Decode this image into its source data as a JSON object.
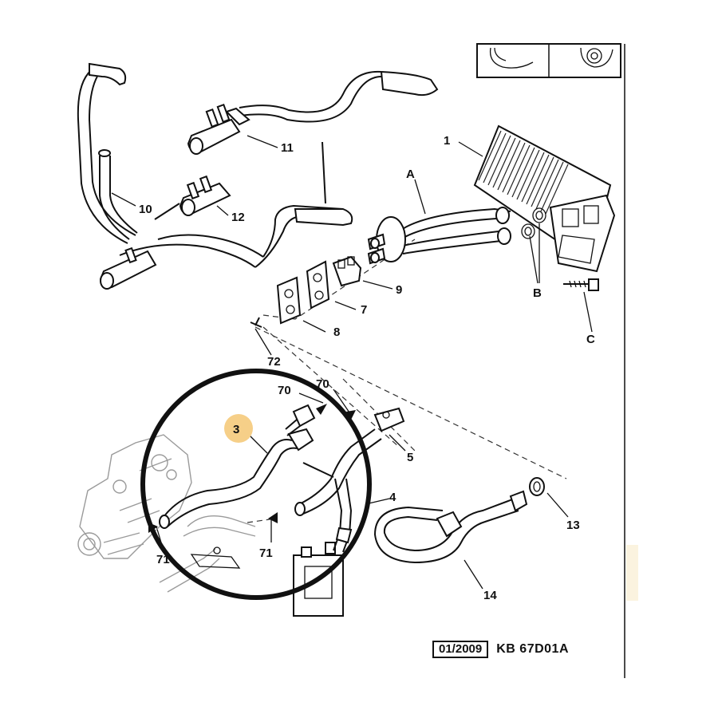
{
  "callouts": {
    "c1": "1",
    "cA": "A",
    "cB": "B",
    "cC": "C",
    "c3": "3",
    "c4": "4",
    "c5": "5",
    "c7": "7",
    "c8": "8",
    "c9": "9",
    "c10": "10",
    "c11": "11",
    "c12": "12",
    "c13": "13",
    "c14": "14",
    "c70a": "70",
    "c70b": "70",
    "c71a": "71",
    "c71b": "71",
    "c72": "72"
  },
  "footer": {
    "date": "01/2009",
    "reference": "KB 67D01A"
  },
  "colors": {
    "highlight_badge": "#f6cf88",
    "highlight_circle": "#111111",
    "side_tint": "#fbf3df"
  }
}
